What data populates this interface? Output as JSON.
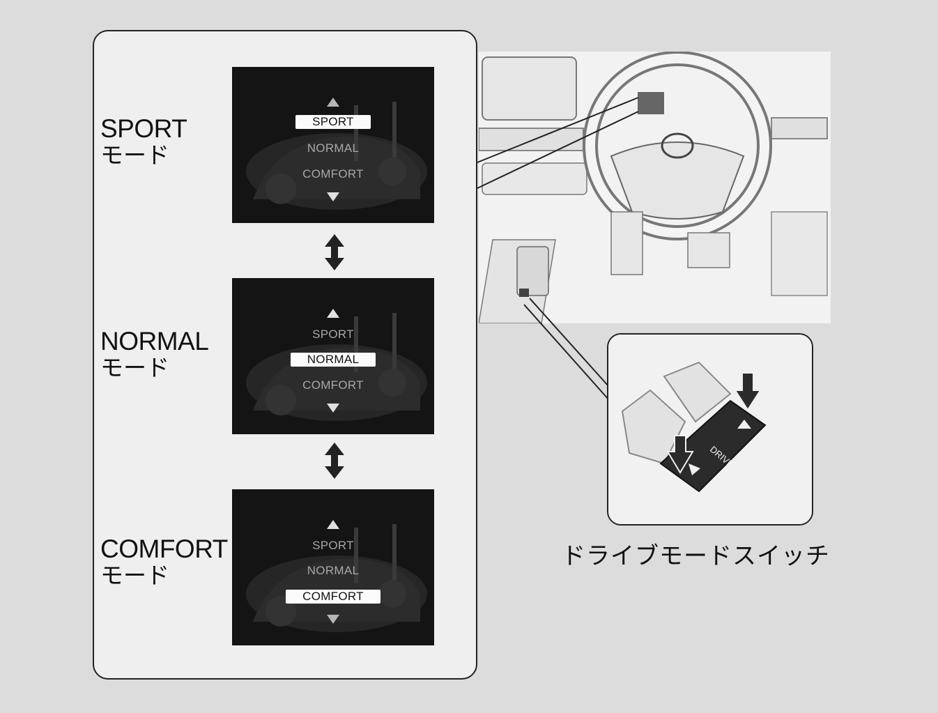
{
  "modes": [
    {
      "label": "SPORT",
      "suffix": "モード",
      "menu": {
        "sport": "SPORT",
        "normal": "NORMAL",
        "comfort": "COMFORT"
      },
      "selected": "sport"
    },
    {
      "label": "NORMAL",
      "suffix": "モード",
      "menu": {
        "sport": "SPORT",
        "normal": "NORMAL",
        "comfort": "COMFORT"
      },
      "selected": "normal"
    },
    {
      "label": "COMFORT",
      "suffix": "モード",
      "menu": {
        "sport": "SPORT",
        "normal": "NORMAL",
        "comfort": "COMFORT"
      },
      "selected": "comfort"
    }
  ],
  "switch": {
    "button_text": "DRIVE MODE",
    "caption": "ドライブモードスイッチ"
  },
  "colors": {
    "background": "#dcdcdc",
    "panel": "#efefef",
    "screen": "#141414",
    "border": "#222222"
  }
}
